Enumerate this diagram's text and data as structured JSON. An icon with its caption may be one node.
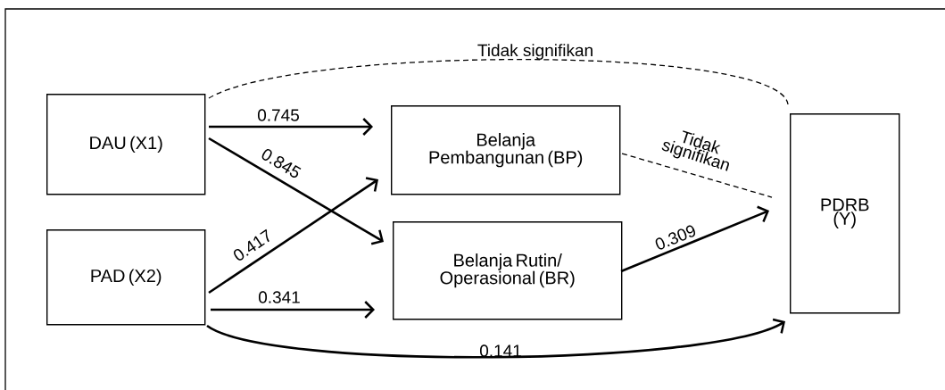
{
  "diagram": {
    "nodes": [
      {
        "text": [
          "DAU (X1)"
        ]
      },
      {
        "text": [
          "PAD (X2)"
        ]
      },
      {
        "text": [
          "Belanja Pembangunan (BP)"
        ]
      },
      {
        "text": [
          "Belanja Rutin/ Operasional (BR)"
        ]
      },
      {
        "text": [
          "PDRB (Y)"
        ]
      }
    ],
    "edges": [
      {
        "from": 0,
        "to": 2,
        "arrow": "to",
        "label": "0.745"
      },
      {
        "from": 0,
        "to": 3,
        "arrow": "to",
        "label": "0.845"
      },
      {
        "from": 1,
        "to": 2,
        "arrow": "to",
        "label": "0.417"
      },
      {
        "from": 1,
        "to": 3,
        "arrow": "to",
        "label": "0.341"
      },
      {
        "from": 3,
        "to": 4,
        "arrow": "to",
        "label": "0.309"
      },
      {
        "from": 2,
        "to": 4,
        "arrow": "none",
        "style": "dashed",
        "label": "Tidak signifikan"
      },
      {
        "from": 0,
        "to": 4,
        "arrow": "none",
        "style": "dashed",
        "label": "Tidak signifikan"
      },
      {
        "from": 1,
        "to": 4,
        "arrow": "to",
        "label": "0.141"
      }
    ]
  }
}
